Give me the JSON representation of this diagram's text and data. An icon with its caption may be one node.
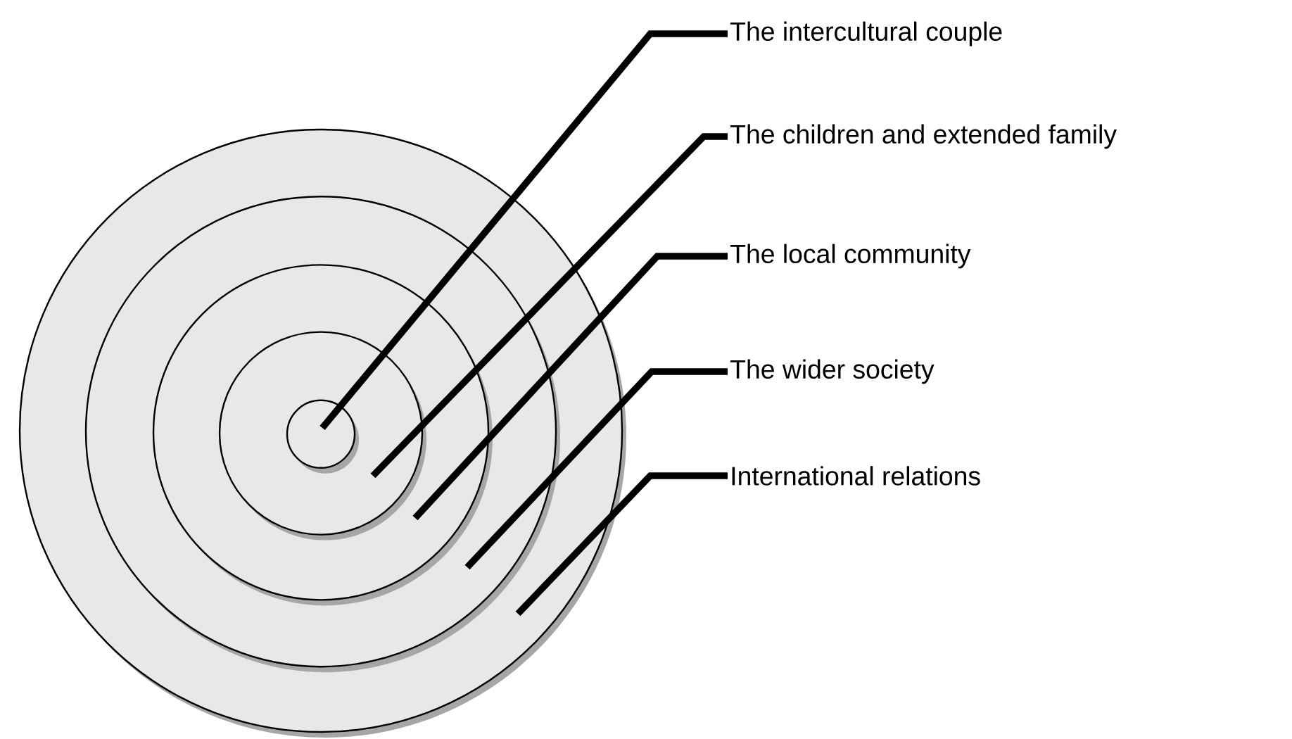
{
  "diagram": {
    "nodes": [
      {
        "text": [],
        "shape": "circle"
      },
      {
        "text": [],
        "shape": "circle",
        "in": 0
      },
      {
        "text": [],
        "shape": "circle",
        "in": 1
      },
      {
        "text": [],
        "shape": "circle",
        "in": 2
      },
      {
        "text": [],
        "shape": "circle",
        "in": 3
      },
      {
        "text": [
          "The intercultural couple"
        ]
      },
      {
        "text": [
          "The children and extended family"
        ]
      },
      {
        "text": [
          "The local community"
        ]
      },
      {
        "text": [
          "The wider society"
        ]
      },
      {
        "text": [
          "International relations"
        ]
      }
    ],
    "edges": [
      {
        "from": 5,
        "to": 4,
        "arrow": "none"
      },
      {
        "from": 6,
        "to": 3,
        "arrow": "none"
      },
      {
        "from": 7,
        "to": 2,
        "arrow": "none"
      },
      {
        "from": 8,
        "to": 1,
        "arrow": "none"
      },
      {
        "from": 9,
        "to": 0,
        "arrow": "none"
      }
    ]
  }
}
